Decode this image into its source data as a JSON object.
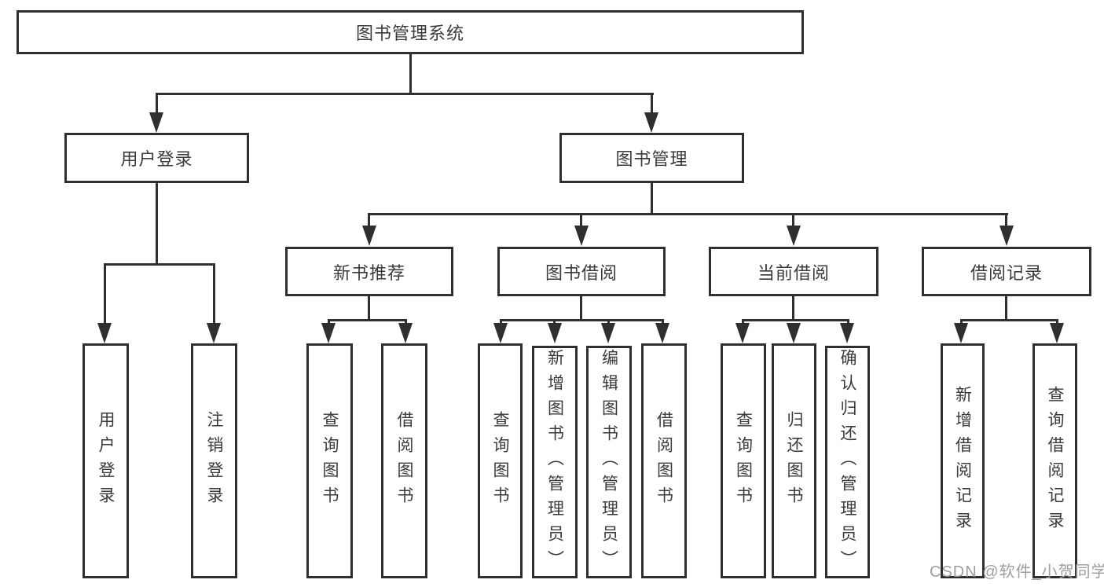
{
  "tree": {
    "root": "图书管理系统",
    "children": [
      {
        "label": "用户登录",
        "children": [
          {
            "label": "用户登录"
          },
          {
            "label": "注销登录"
          }
        ]
      },
      {
        "label": "图书管理",
        "children": [
          {
            "label": "新书推荐",
            "children": [
              {
                "label": "查询图书"
              },
              {
                "label": "借阅图书"
              }
            ]
          },
          {
            "label": "图书借阅",
            "children": [
              {
                "label": "查询图书"
              },
              {
                "label": "新增图书（管理员）"
              },
              {
                "label": "编辑图书（管理员）"
              },
              {
                "label": "借阅图书"
              }
            ]
          },
          {
            "label": "当前借阅",
            "children": [
              {
                "label": "查询图书"
              },
              {
                "label": "归还图书"
              },
              {
                "label": "确认归还（管理员）"
              }
            ]
          },
          {
            "label": "借阅记录",
            "children": [
              {
                "label": "新增借阅记录"
              },
              {
                "label": "查询借阅记录"
              }
            ]
          }
        ]
      }
    ]
  },
  "watermark": "CSDN @软件_小贺同学",
  "colors": {
    "line": "#2f2f2f",
    "text": "#3a3a3a",
    "watermark": "#9e9e9e",
    "background": "#ffffff"
  }
}
